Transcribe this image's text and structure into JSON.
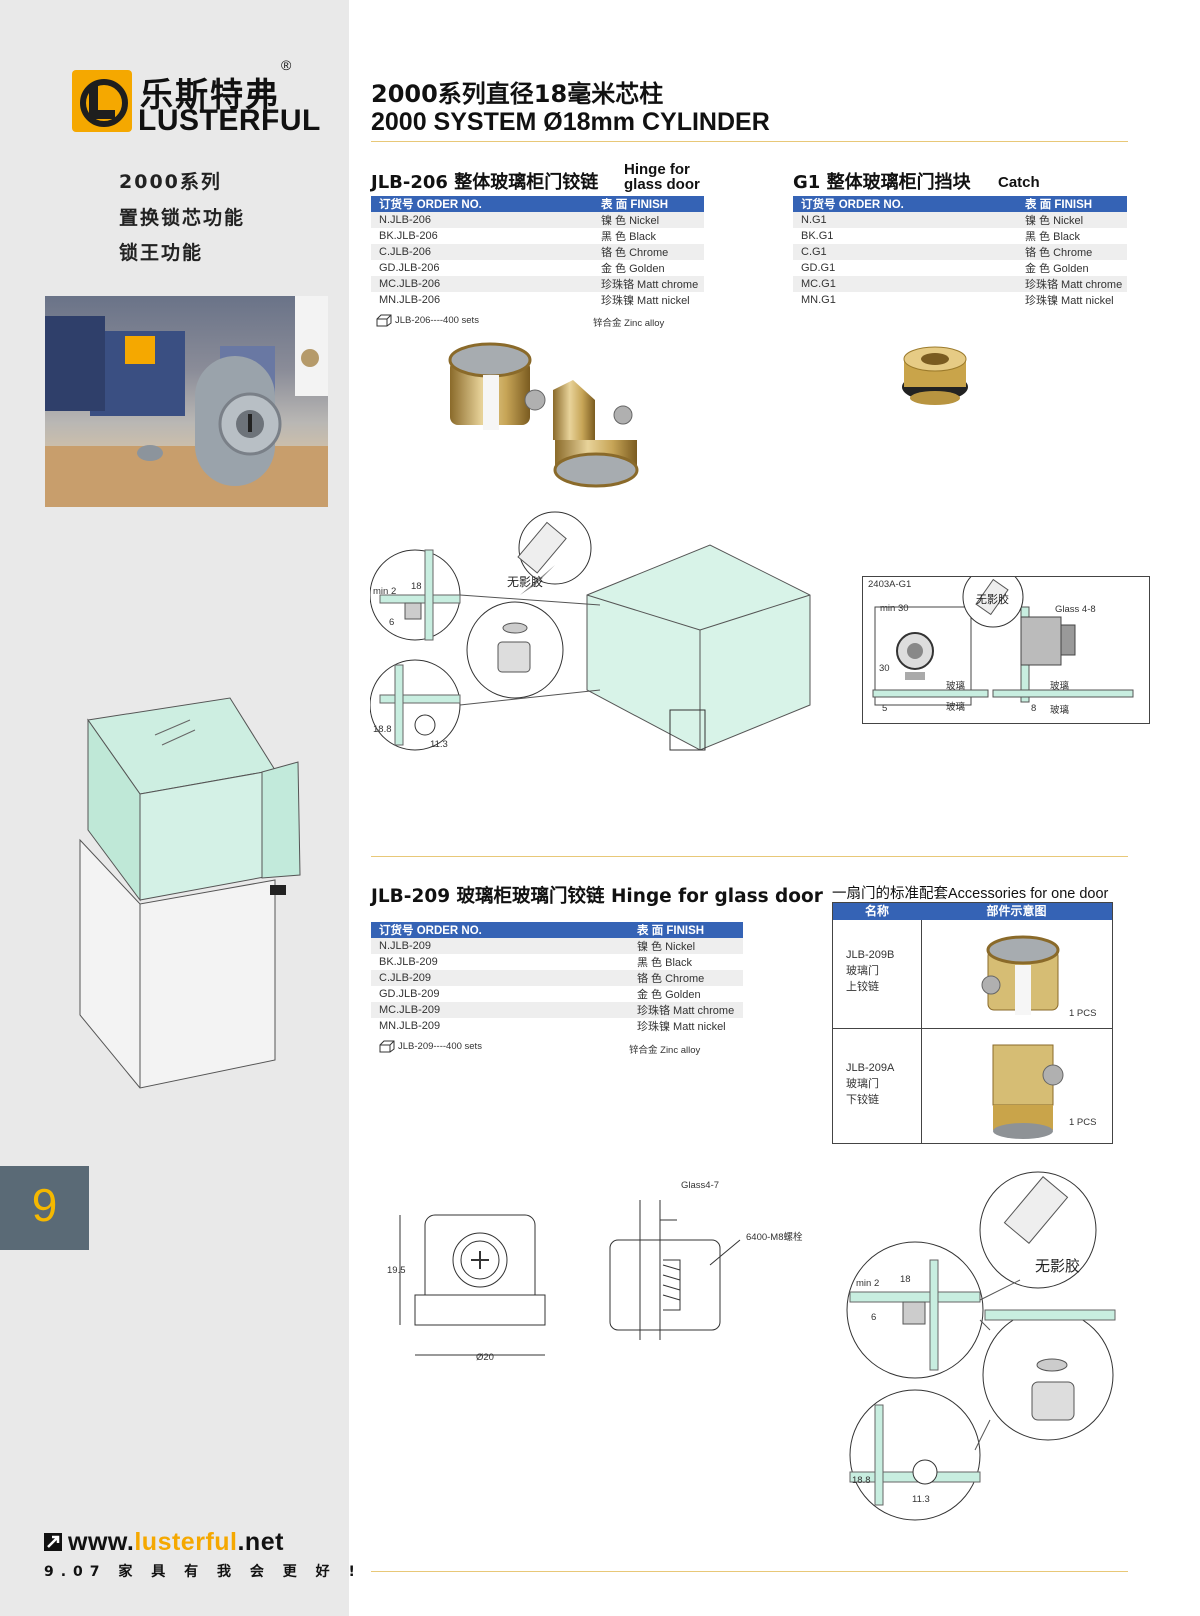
{
  "sidebar": {
    "brand_cn": "乐斯特弗",
    "brand_en": "LUSTERFUL",
    "registered": "®",
    "features": [
      "2000系列",
      "置换锁芯功能",
      "锁王功能"
    ],
    "page_number": "9",
    "website_prefix": "www.",
    "website_accent": "lusterful",
    "website_suffix": ".net",
    "slogan": "9.07 家 具 有 我 会 更 好 !"
  },
  "header": {
    "title_cn": "2000系列直径18毫米芯柱",
    "title_en": "2000 SYSTEM Ø18mm CYLINDER"
  },
  "jlb206": {
    "title_cn": "JLB-206 整体玻璃柜门铰链",
    "title_en_1": "Hinge for",
    "title_en_2": "glass door",
    "col_order": "订货号 ORDER NO.",
    "col_finish": "表 面 FINISH",
    "rows": [
      {
        "order": "N.JLB-206",
        "finish": "镍 色 Nickel"
      },
      {
        "order": "BK.JLB-206",
        "finish": "黑 色 Black"
      },
      {
        "order": "C.JLB-206",
        "finish": "铬 色 Chrome"
      },
      {
        "order": "GD.JLB-206",
        "finish": "金 色 Golden"
      },
      {
        "order": "MC.JLB-206",
        "finish": "珍珠铬 Matt chrome"
      },
      {
        "order": "MN.JLB-206",
        "finish": "珍珠镍 Matt nickel"
      }
    ],
    "pack": "JLB-206----400 sets",
    "material": "锌合金 Zinc alloy"
  },
  "g1": {
    "title_cn": "G1 整体玻璃柜门挡块",
    "title_en": "Catch",
    "col_order": "订货号 ORDER NO.",
    "col_finish": "表 面 FINISH",
    "rows": [
      {
        "order": "N.G1",
        "finish": "镍 色 Nickel"
      },
      {
        "order": "BK.G1",
        "finish": "黑 色 Black"
      },
      {
        "order": "C.G1",
        "finish": "铬 色 Chrome"
      },
      {
        "order": "GD.G1",
        "finish": "金 色 Golden"
      },
      {
        "order": "MC.G1",
        "finish": "珍珠铬 Matt chrome"
      },
      {
        "order": "MN.G1",
        "finish": "珍珠镍 Matt nickel"
      }
    ]
  },
  "diagram1": {
    "glue": "无影胶",
    "dim_min2": "min 2",
    "dim_18": "18",
    "dim_6": "6",
    "dim_18_8": "18.8",
    "dim_11_3": "11.3"
  },
  "diagram2": {
    "model": "2403A-G1",
    "glue": "无影胶",
    "min30": "min 30",
    "dim_30": "30",
    "dim_5": "5",
    "glass_range": "Glass 4-8",
    "glass_cn": "玻璃",
    "dim_8": "8"
  },
  "jlb209": {
    "title": "JLB-209 玻璃柜玻璃门铰链 Hinge for glass door",
    "col_order": "订货号 ORDER NO.",
    "col_finish": "表 面 FINISH",
    "rows": [
      {
        "order": "N.JLB-209",
        "finish": "镍 色 Nickel"
      },
      {
        "order": "BK.JLB-209",
        "finish": "黑 色 Black"
      },
      {
        "order": "C.JLB-209",
        "finish": "铬 色 Chrome"
      },
      {
        "order": "GD.JLB-209",
        "finish": "金 色 Golden"
      },
      {
        "order": "MC.JLB-209",
        "finish": "珍珠铬 Matt chrome"
      },
      {
        "order": "MN.JLB-209",
        "finish": "珍珠镍 Matt nickel"
      }
    ],
    "pack": "JLB-209----400 sets",
    "material": "锌合金 Zinc alloy"
  },
  "accessories": {
    "title": "一扇门的标准配套Accessories for one door",
    "col_name": "名称",
    "col_diagram": "部件示意图",
    "items": [
      {
        "line1": "JLB-209B",
        "line2": "玻璃门",
        "line3": "上铰链",
        "qty": "1 PCS"
      },
      {
        "line1": "JLB-209A",
        "line2": "玻璃门",
        "line3": "下铰链",
        "qty": "1 PCS"
      }
    ]
  },
  "tech": {
    "dim_19_5": "19.5",
    "dim_phi20": "Ø20",
    "glass": "Glass4-7",
    "bolt": "6400-M8螺栓"
  },
  "diagram3": {
    "glue": "无影胶",
    "dim_min2": "min 2",
    "dim_18": "18",
    "dim_6": "6",
    "dim_18_8": "18.8",
    "dim_11_3": "11.3"
  },
  "colors": {
    "accent": "#f5a800",
    "table_head": "#3563b5",
    "sidebar": "#e9e9e9",
    "page_tab": "#5a6a76",
    "glass": "#c8eee0"
  }
}
